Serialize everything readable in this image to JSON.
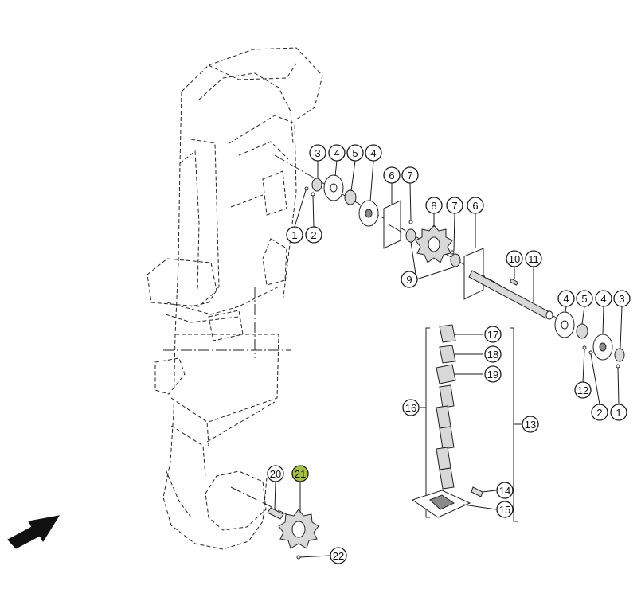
{
  "diagram": {
    "callouts": [
      {
        "id": "c3a",
        "label": "3"
      },
      {
        "id": "c4a",
        "label": "4"
      },
      {
        "id": "c5a",
        "label": "5"
      },
      {
        "id": "c4b",
        "label": "4"
      },
      {
        "id": "c6a",
        "label": "6"
      },
      {
        "id": "c7a",
        "label": "7"
      },
      {
        "id": "c8",
        "label": "8"
      },
      {
        "id": "c7b",
        "label": "7"
      },
      {
        "id": "c6b",
        "label": "6"
      },
      {
        "id": "c1a",
        "label": "1"
      },
      {
        "id": "c2a",
        "label": "2"
      },
      {
        "id": "c9",
        "label": "9"
      },
      {
        "id": "c10",
        "label": "10"
      },
      {
        "id": "c11",
        "label": "11"
      },
      {
        "id": "c4c",
        "label": "4"
      },
      {
        "id": "c5b",
        "label": "5"
      },
      {
        "id": "c4d",
        "label": "4"
      },
      {
        "id": "c3b",
        "label": "3"
      },
      {
        "id": "c12",
        "label": "12"
      },
      {
        "id": "c2b",
        "label": "2"
      },
      {
        "id": "c1b",
        "label": "1"
      },
      {
        "id": "c17",
        "label": "17"
      },
      {
        "id": "c18",
        "label": "18"
      },
      {
        "id": "c19",
        "label": "19"
      },
      {
        "id": "c16",
        "label": "16"
      },
      {
        "id": "c13",
        "label": "13"
      },
      {
        "id": "c14",
        "label": "14"
      },
      {
        "id": "c15",
        "label": "15"
      },
      {
        "id": "c20",
        "label": "20"
      },
      {
        "id": "c21",
        "label": "21",
        "highlight": true
      },
      {
        "id": "c22",
        "label": "22"
      }
    ],
    "highlight_color": "#a6c04a",
    "direction_arrow": "arrow-icon"
  }
}
